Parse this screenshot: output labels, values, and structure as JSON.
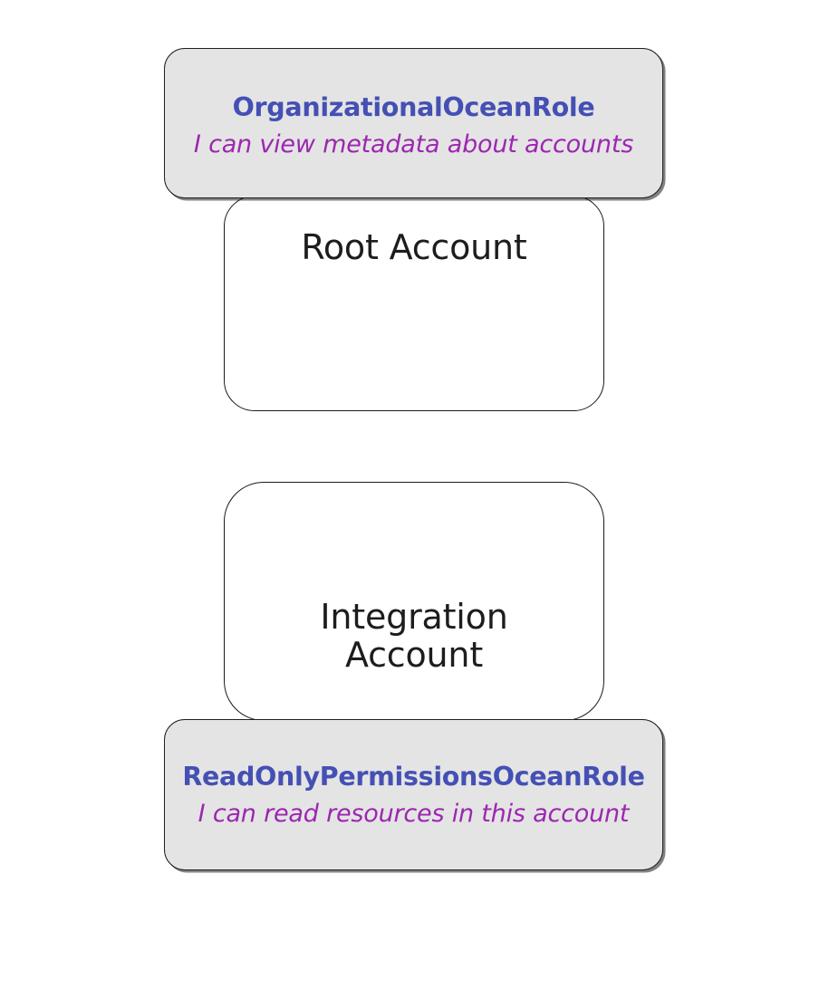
{
  "diagram": {
    "title": "AWS account roles diagram",
    "background_color": "#ffffff",
    "accounts": [
      {
        "id": "root-account",
        "label": "Root Account",
        "fill_color": "#ffffff",
        "border_color": "#1a1a1a"
      },
      {
        "id": "integration-account",
        "label": "Integration\nAccount",
        "fill_color": "#ffffff",
        "border_color": "#1a1a1a"
      }
    ],
    "roles": [
      {
        "id": "organizational-ocean-role",
        "name": "OrganizationalOceanRole",
        "description": "I can view metadata about accounts",
        "attached_to": "Root Account",
        "position": "top",
        "fill_color": "#e4e4e4",
        "name_color": "#4450b4",
        "description_color": "#9c27b0"
      },
      {
        "id": "readonly-permissions-ocean-role",
        "name": "ReadOnlyPermissionsOceanRole",
        "description": "I can read resources in this account",
        "attached_to": "Integration Account",
        "position": "bottom",
        "fill_color": "#e4e4e4",
        "name_color": "#4450b4",
        "description_color": "#9c27b0"
      }
    ]
  }
}
